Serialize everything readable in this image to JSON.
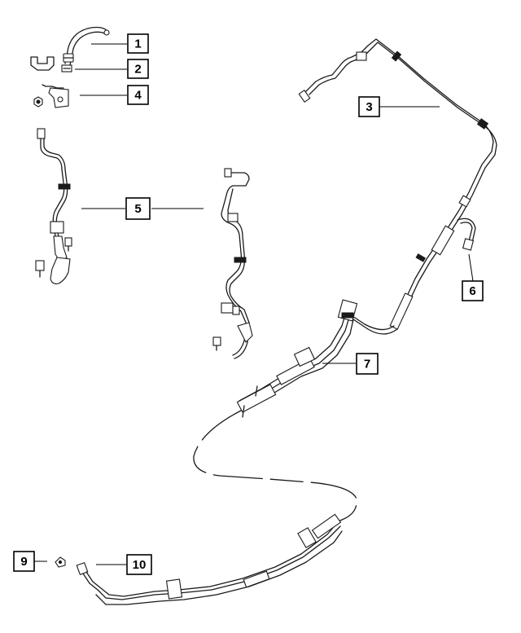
{
  "callouts": [
    {
      "id": "c1",
      "label": "1"
    },
    {
      "id": "c2",
      "label": "2"
    },
    {
      "id": "c3",
      "label": "3"
    },
    {
      "id": "c4",
      "label": "4"
    },
    {
      "id": "c5",
      "label": "5"
    },
    {
      "id": "c6",
      "label": "6"
    },
    {
      "id": "c7",
      "label": "7"
    },
    {
      "id": "c9",
      "label": "9"
    },
    {
      "id": "c10",
      "label": "10"
    }
  ]
}
